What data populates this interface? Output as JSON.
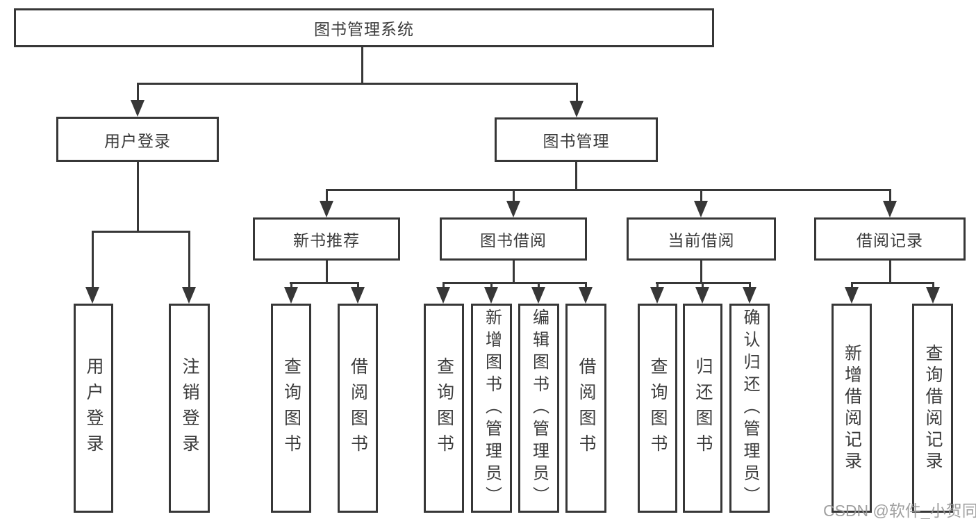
{
  "diagram": {
    "tree": {
      "label": "图书管理系统",
      "children": [
        {
          "label": "用户登录",
          "children": [
            {
              "label": "用户登录"
            },
            {
              "label": "注销登录"
            }
          ]
        },
        {
          "label": "图书管理",
          "children": [
            {
              "label": "新书推荐",
              "children": [
                {
                  "label": "查询图书"
                },
                {
                  "label": "借阅图书"
                }
              ]
            },
            {
              "label": "图书借阅",
              "children": [
                {
                  "label": "查询图书"
                },
                {
                  "label": "新增图书（管理员）"
                },
                {
                  "label": "编辑图书（管理员）"
                },
                {
                  "label": "借阅图书"
                }
              ]
            },
            {
              "label": "当前借阅",
              "children": [
                {
                  "label": "查询图书"
                },
                {
                  "label": "归还图书"
                },
                {
                  "label": "确认归还（管理员）"
                }
              ]
            },
            {
              "label": "借阅记录",
              "children": [
                {
                  "label": "新增借阅记录"
                },
                {
                  "label": "查询借阅记录"
                }
              ]
            }
          ]
        }
      ]
    }
  },
  "watermark": {
    "text": "CSDN @软件_小贺同学"
  },
  "colors": {
    "line": "#373737",
    "text": "#3b3b3b",
    "watermark": "#969696",
    "background": "#ffffff"
  }
}
